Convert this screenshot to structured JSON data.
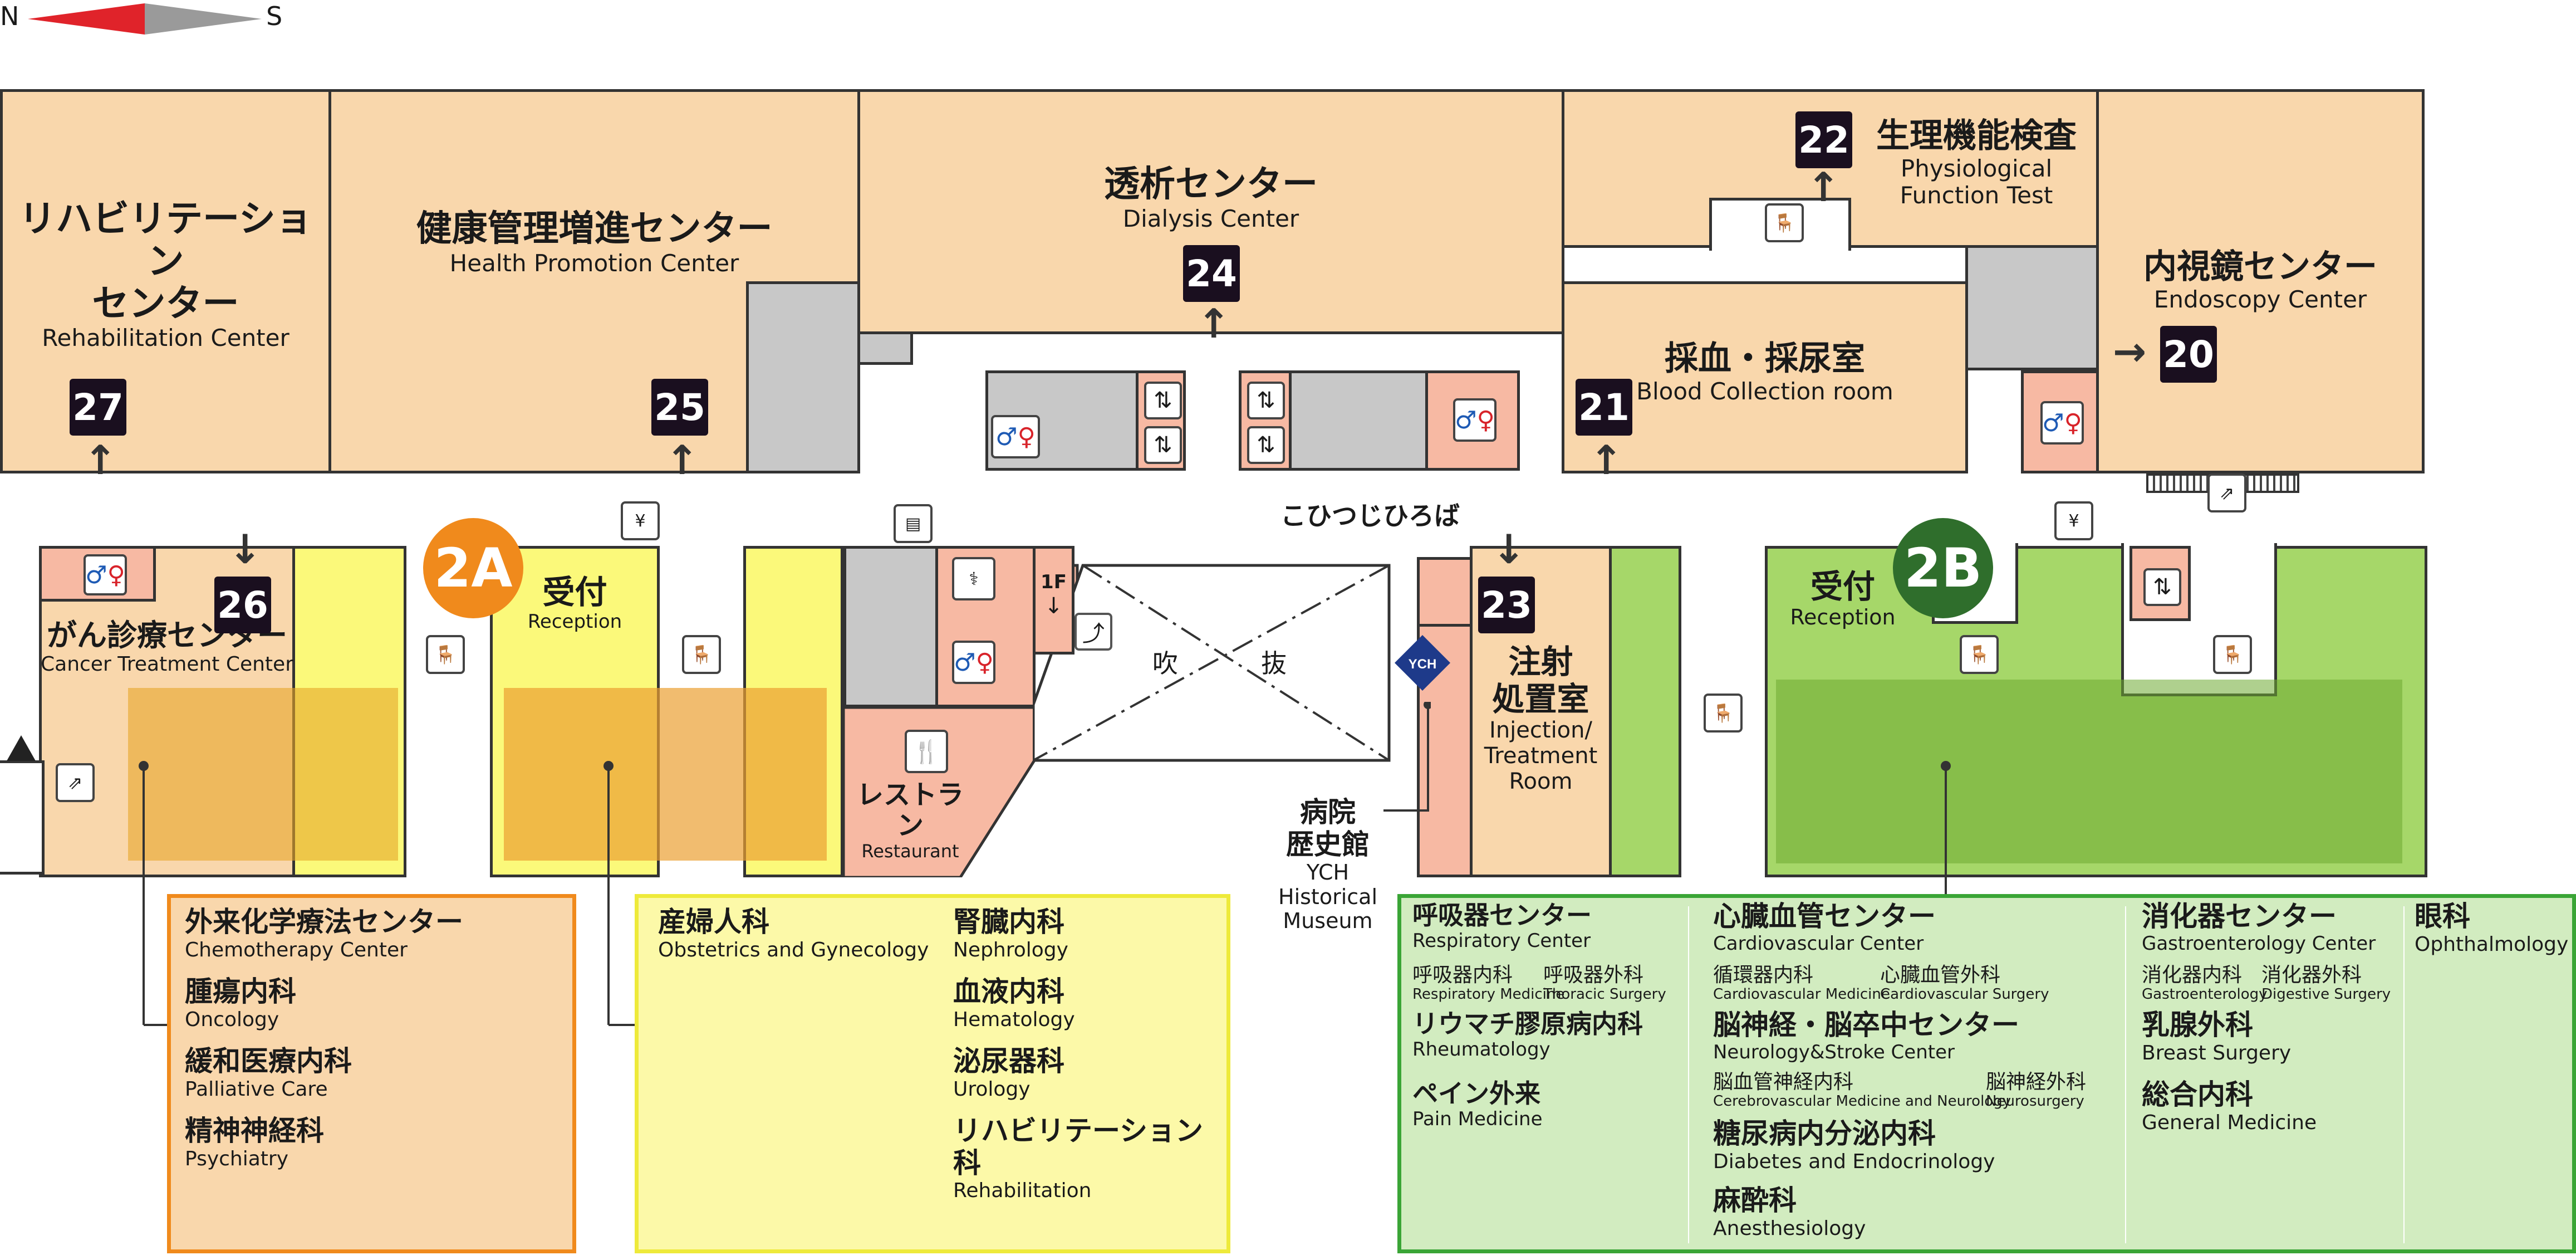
{
  "compass": {
    "north": "N",
    "south": "S"
  },
  "areas": {
    "rehab": {
      "jp1": "リハビリテーション",
      "jp2": "センター",
      "en": "Rehabilitation Center",
      "num": "27"
    },
    "health": {
      "jp": "健康管理増進センター",
      "en": "Health Promotion Center",
      "num": "25"
    },
    "dialysis": {
      "jp": "透析センター",
      "en": "Dialysis Center",
      "num": "24"
    },
    "physio": {
      "jp": "生理機能検査",
      "en1": "Physiological",
      "en2": "Function Test",
      "num": "22"
    },
    "endo": {
      "jp": "内視鏡センター",
      "en": "Endoscopy Center",
      "num": "20"
    },
    "blood": {
      "jp": "採血・採尿室",
      "en": "Blood Collection room",
      "num": "21"
    },
    "cancer": {
      "jp": "がん診療センター",
      "en": "Cancer Treatment Center",
      "num": "26"
    },
    "reception_a": {
      "circle": "2A",
      "jp": "受付",
      "en": "Reception"
    },
    "reception_b": {
      "circle": "2B",
      "jp": "受付",
      "en": "Reception"
    },
    "restaurant": {
      "jp": "レストラン",
      "en": "Restaurant"
    },
    "atrium": {
      "left": "吹",
      "right": "抜",
      "floor": "1F"
    },
    "plaza": "こひつじひろば",
    "injection": {
      "num": "23",
      "jp1": "注射",
      "jp2": "処置室",
      "en1": "Injection/",
      "en2": "Treatment",
      "en3": "Room"
    },
    "museum": {
      "jp1": "病院",
      "jp2": "歴史館",
      "en1": "YCH",
      "en2": "Historical",
      "en3": "Museum"
    }
  },
  "orange_panel": [
    {
      "jp": "外来化学療法センター",
      "en": "Chemotherapy Center"
    },
    {
      "jp": "腫瘍内科",
      "en": "Oncology"
    },
    {
      "jp": "緩和医療内科",
      "en": "Palliative Care"
    },
    {
      "jp": "精神神経科",
      "en": "Psychiatry"
    }
  ],
  "yellow_panel": {
    "left": [
      {
        "jp": "産婦人科",
        "en": "Obstetrics and Gynecology"
      }
    ],
    "right": [
      {
        "jp": "腎臓内科",
        "en": "Nephrology"
      },
      {
        "jp": "血液内科",
        "en": "Hematology"
      },
      {
        "jp": "泌尿器科",
        "en": "Urology"
      },
      {
        "jp": "リハビリテーション科",
        "en": "Rehabilitation"
      }
    ]
  },
  "green_panel": {
    "col1": {
      "head": {
        "jp": "呼吸器センター",
        "en": "Respiratory Center"
      },
      "subs": [
        {
          "jp": "呼吸器内科",
          "en": "Respiratory Medicine"
        },
        {
          "jp": "呼吸器外科",
          "en": "Thoracic Surgery"
        }
      ],
      "items": [
        {
          "jp": "リウマチ膠原病内科",
          "en": "Rheumatology"
        },
        {
          "jp": "ペイン外来",
          "en": "Pain Medicine"
        }
      ]
    },
    "col2": {
      "head": {
        "jp": "心臓血管センター",
        "en": "Cardiovascular Center"
      },
      "subs": [
        {
          "jp": "循環器内科",
          "en": "Cardiovascular Medicine"
        },
        {
          "jp": "心臓血管外科",
          "en": "Cardiovascular Surgery"
        }
      ],
      "head2": {
        "jp": "脳神経・脳卒中センター",
        "en": "Neurology&Stroke Center"
      },
      "subs2": [
        {
          "jp": "脳血管神経内科",
          "en": "Cerebrovascular Medicine and Neurology"
        },
        {
          "jp": "脳神経外科",
          "en": "Neurosurgery"
        }
      ],
      "items": [
        {
          "jp": "糖尿病内分泌内科",
          "en": "Diabetes and Endocrinology"
        },
        {
          "jp": "麻酔科",
          "en": "Anesthesiology"
        }
      ]
    },
    "col3": {
      "head": {
        "jp": "消化器センター",
        "en": "Gastroenterology Center"
      },
      "subs": [
        {
          "jp": "消化器内科",
          "en": "Gastroenterology"
        },
        {
          "jp": "消化器外科",
          "en": "Digestive Surgery"
        }
      ],
      "items": [
        {
          "jp": "乳腺外科",
          "en": "Breast Surgery"
        },
        {
          "jp": "総合内科",
          "en": "General Medicine"
        }
      ]
    },
    "col4": {
      "jp": "眼科",
      "en": "Ophthalmology"
    }
  },
  "icons": {
    "waiting_label": "待合",
    "vending_label": "自動精算"
  },
  "colors": {
    "orange": "#f08a1c",
    "yellow_border": "#eeea3a",
    "green_border": "#3aa536",
    "dark_green": "#2f6e2c"
  }
}
